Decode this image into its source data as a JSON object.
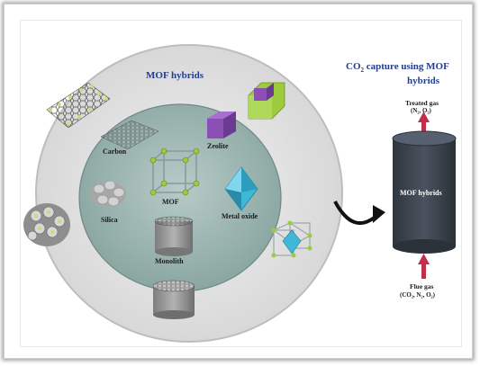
{
  "diagram": {
    "outer_label": "MOF hybrids",
    "materials": {
      "carbon": "Carbon",
      "zeolite": "Zeolite",
      "mof": "MOF",
      "silica": "Silica",
      "metal_oxide": "Metal oxide",
      "monolith": "Monolith"
    },
    "capture": {
      "title_line1_prefix": "CO",
      "title_line1_sub": "2",
      "title_line1_suffix": " capture using MOF",
      "title_line2": "hybrids",
      "treated_gas": "Treated gas",
      "treated_gas_formula": "(N₂, O₂)",
      "column_label": "MOF hybrids",
      "flue_gas": "Flue gas",
      "flue_gas_formula": "(CO₂, N₂, O₂)"
    },
    "colors": {
      "outer_circle": "#e5e5e5",
      "inner_circle": "#9fb8b4",
      "zeolite_purple": "#8c4fb6",
      "crystal_green": "#9ccc3c",
      "column": "#3d4550",
      "arrow_red": "#c0304c",
      "title_blue": "#243e8c"
    }
  }
}
